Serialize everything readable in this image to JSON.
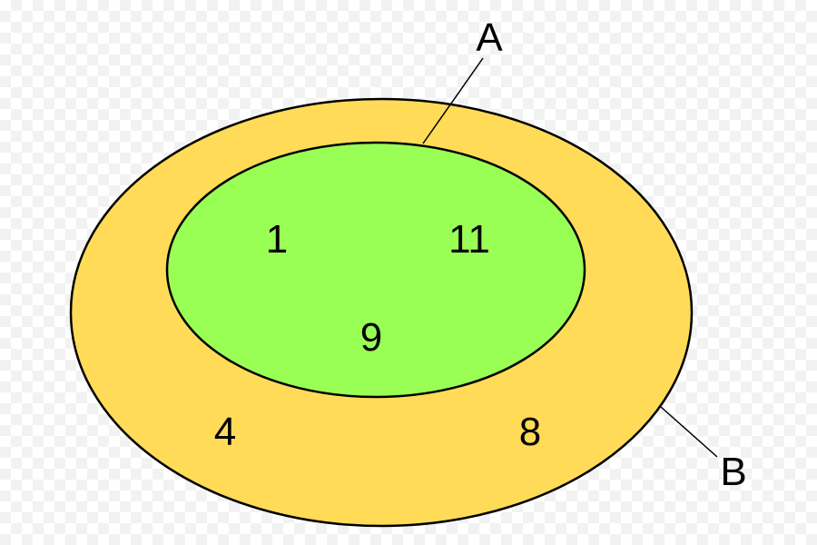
{
  "sets": {
    "A": {
      "label": "A",
      "color": "#99FF55",
      "elements": [
        "1",
        "11",
        "9"
      ]
    },
    "B": {
      "label": "B",
      "color": "#FFDB58",
      "elements": [
        "4",
        "8"
      ]
    }
  },
  "outline_color": "#000000"
}
